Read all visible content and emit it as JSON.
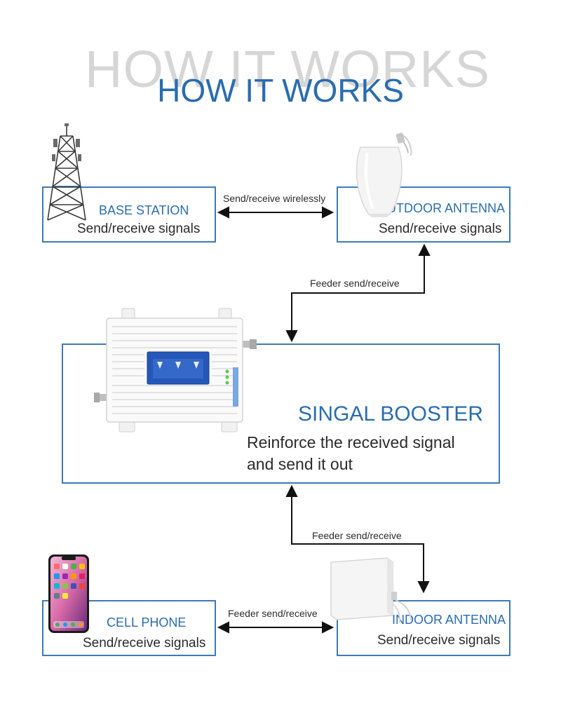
{
  "header": {
    "title": "HOW IT WORKS"
  },
  "nodes": {
    "base_station": {
      "title": "BASE STATION",
      "subtitle": "Send/receive signals"
    },
    "outdoor_antenna": {
      "title": "OUTDOOR ANTENNA",
      "subtitle": "Send/receive signals"
    },
    "signal_booster": {
      "title": "SINGAL BOOSTER",
      "line1": "Reinforce the received signal",
      "line2": "and send it out"
    },
    "cell_phone": {
      "title": "CELL PHONE",
      "subtitle": "Send/receive signals"
    },
    "indoor_antenna": {
      "title": "INDOOR ANTENNA",
      "subtitle": "Send/receive signals"
    }
  },
  "edges": {
    "base_to_outdoor": "Send/receive wirelessly",
    "outdoor_to_booster": "Feeder send/receive",
    "booster_to_indoor": "Feeder send/receive",
    "phone_to_indoor": "Feeder send/receive"
  },
  "icons": {
    "tower": "cell-tower-icon",
    "outdoor": "outdoor-antenna-icon",
    "booster": "signal-booster-icon",
    "phone": "smartphone-icon",
    "indoor": "panel-antenna-icon"
  },
  "colors": {
    "accent": "#2a6cb0",
    "border": "#3c7ab7",
    "arrow": "#111111"
  }
}
